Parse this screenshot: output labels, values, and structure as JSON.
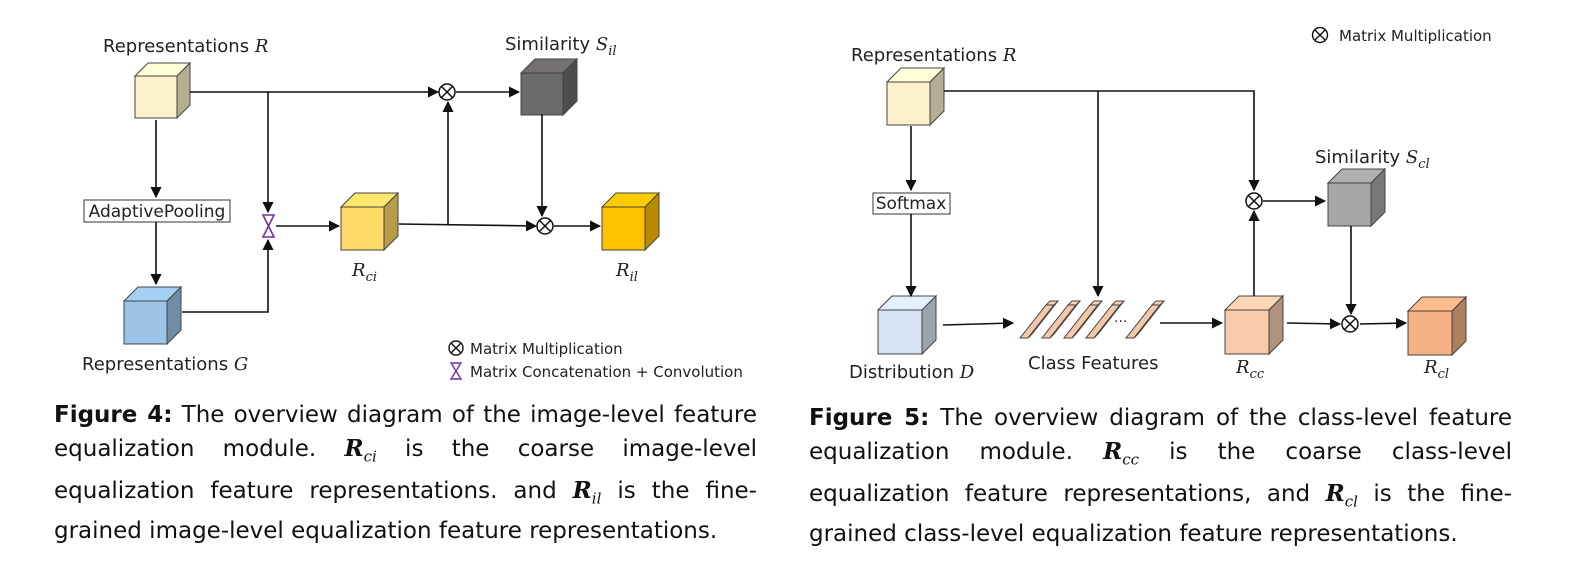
{
  "figure4": {
    "labels": {
      "rep_r": "Representations",
      "rep_r_sym": "R",
      "similarity": "Similarity",
      "similarity_sym": "S",
      "similarity_sub": "il",
      "pooling": "AdaptivePooling",
      "rep_g": "Representations",
      "rep_g_sym": "G",
      "rci_sym": "R",
      "rci_sub": "ci",
      "ril_sym": "R",
      "ril_sub": "il"
    },
    "legend": {
      "mult": "Matrix Multiplication",
      "concat": "Matrix Concatenation + Convolution"
    },
    "caption": {
      "prefix": "Figure 4:",
      "text1": " The overview diagram of the image-level feature equalization module. ",
      "sym1": "R",
      "sub1": "ci",
      "text2": " is the coarse image-level equalization feature representations. and ",
      "sym2": "R",
      "sub2": "il",
      "text3": " is the fine-grained image-level equalization feature representations."
    }
  },
  "figure5": {
    "labels": {
      "rep_r": "Representations",
      "rep_r_sym": "R",
      "softmax": "Softmax",
      "distribution": "Distribution",
      "distribution_sym": "D",
      "class_features": "Class Features",
      "dots": "...",
      "similarity": "Similarity",
      "similarity_sym": "S",
      "similarity_sub": "cl",
      "rcc_sym": "R",
      "rcc_sub": "cc",
      "rcl_sym": "R",
      "rcl_sub": "cl"
    },
    "legend": {
      "mult": "Matrix Multiplication"
    },
    "caption": {
      "prefix": "Figure 5:",
      "text1": " The overview diagram of the class-level feature equalization module. ",
      "sym1": "R",
      "sub1": "cc",
      "text2": " is the coarse class-level equalization feature representations, and ",
      "sym2": "R",
      "sub2": "cl",
      "text3": " is the fine-grained class-level equalization feature representations."
    }
  },
  "colors": {
    "cream": "#fdf1cc",
    "gray_dark": "#6d6a6a",
    "blue": "#9dc3e6",
    "yellow_light": "#ffd966",
    "yellow": "#ffc000",
    "blue_light": "#d6e2f2",
    "gray_light": "#a6a6a6",
    "peach_light": "#f8cbad",
    "peach": "#f4b183",
    "bar": "#f4c7a8",
    "concat": "#7030a0"
  }
}
